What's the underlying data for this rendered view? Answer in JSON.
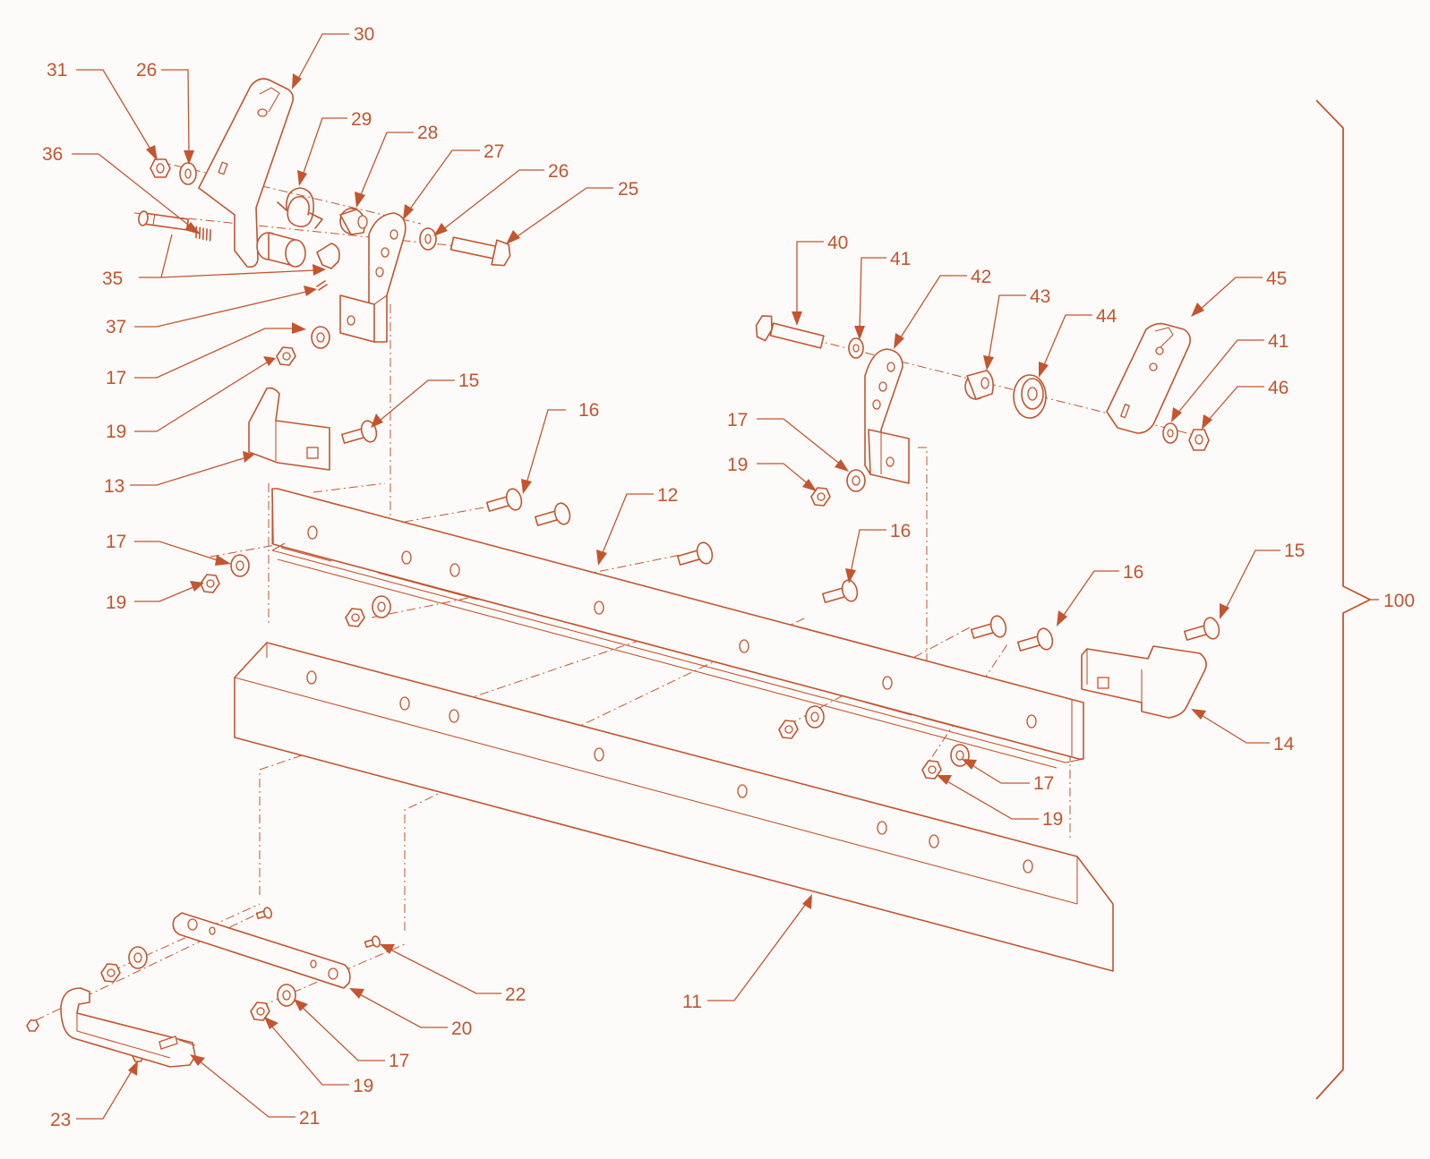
{
  "diagram": {
    "colors": {
      "line": "#c4552f",
      "background": "#fcfbf9"
    },
    "callouts": [
      {
        "id": "c30",
        "label": "30"
      },
      {
        "id": "c31",
        "label": "31"
      },
      {
        "id": "c26a",
        "label": "26"
      },
      {
        "id": "c36",
        "label": "36"
      },
      {
        "id": "c29",
        "label": "29"
      },
      {
        "id": "c28",
        "label": "28"
      },
      {
        "id": "c27",
        "label": "27"
      },
      {
        "id": "c26b",
        "label": "26"
      },
      {
        "id": "c25",
        "label": "25"
      },
      {
        "id": "c35",
        "label": "35"
      },
      {
        "id": "c37",
        "label": "37"
      },
      {
        "id": "c17a",
        "label": "17"
      },
      {
        "id": "c19a",
        "label": "19"
      },
      {
        "id": "c15a",
        "label": "15"
      },
      {
        "id": "c13",
        "label": "13"
      },
      {
        "id": "c16a",
        "label": "16"
      },
      {
        "id": "c12",
        "label": "12"
      },
      {
        "id": "c17b",
        "label": "17"
      },
      {
        "id": "c19b",
        "label": "19"
      },
      {
        "id": "c40",
        "label": "40"
      },
      {
        "id": "c41a",
        "label": "41"
      },
      {
        "id": "c42",
        "label": "42"
      },
      {
        "id": "c43",
        "label": "43"
      },
      {
        "id": "c44",
        "label": "44"
      },
      {
        "id": "c45",
        "label": "45"
      },
      {
        "id": "c41b",
        "label": "41"
      },
      {
        "id": "c46",
        "label": "46"
      },
      {
        "id": "c17c",
        "label": "17"
      },
      {
        "id": "c19c",
        "label": "19"
      },
      {
        "id": "c16b",
        "label": "16"
      },
      {
        "id": "c16c",
        "label": "16"
      },
      {
        "id": "c15b",
        "label": "15"
      },
      {
        "id": "c100",
        "label": "100"
      },
      {
        "id": "c14",
        "label": "14"
      },
      {
        "id": "c17d",
        "label": "17"
      },
      {
        "id": "c19d",
        "label": "19"
      },
      {
        "id": "c11",
        "label": "11"
      },
      {
        "id": "c22",
        "label": "22"
      },
      {
        "id": "c20",
        "label": "20"
      },
      {
        "id": "c17e",
        "label": "17"
      },
      {
        "id": "c19e",
        "label": "19"
      },
      {
        "id": "c23",
        "label": "23"
      },
      {
        "id": "c21",
        "label": "21"
      }
    ]
  }
}
